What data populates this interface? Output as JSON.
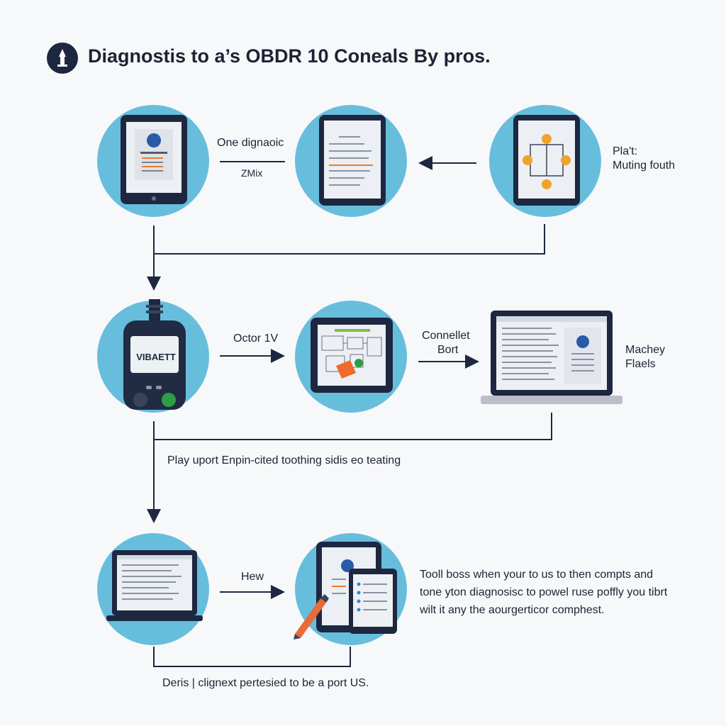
{
  "title": "Diagnostis to a’s OBDR 10 Coneals By pros.",
  "row1": {
    "label_a1": "One dignaoic",
    "label_a2": "ZMix",
    "label_b1": "Pla't:",
    "label_b2": "Muting fouth"
  },
  "row2": {
    "device_text": "VIBAETT",
    "label_a": "Octor 1V",
    "label_b1": "Connellet",
    "label_b2": "Bort",
    "label_c1": "Machey",
    "label_c2": "Flaels"
  },
  "middle_text": "Play uport Enpin-cited toothing sidis eo teating",
  "row3": {
    "label_a": "Hew",
    "paragraph": [
      "Tooll boss when your to us to then compts and",
      "tone yton diagnosisc to powel ruse poffly you tibrt",
      "wilt it any the aourgerticor comphest."
    ]
  },
  "footer_text": "Deris | clignext pertesied to be a port US.",
  "colors": {
    "circle": "#67bedc",
    "navy": "#1d2740",
    "screen": "#eceff3",
    "accent_orange": "#f0a32a",
    "accent_green": "#2e9e44"
  },
  "icons": [
    "logo-icon",
    "tablet-icon",
    "obd-scanner-icon",
    "laptop-icon",
    "pen-icon"
  ]
}
